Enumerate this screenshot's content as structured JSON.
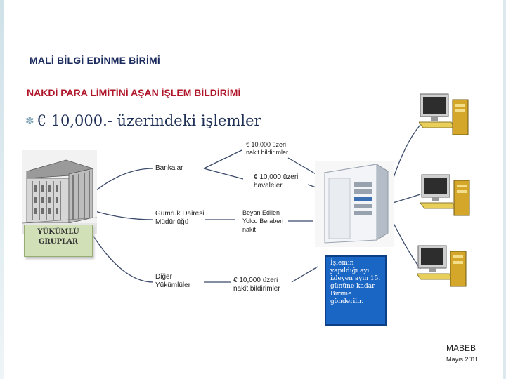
{
  "header": {
    "unit_title": "MALİ BİLGİ EDİNME BİRİMİ",
    "slide_title": "NAKDİ PARA LİMİTİNİ AŞAN İŞLEM BİLDİRİMİ",
    "bullet_text": "€ 10,000.- üzerindeki işlemler"
  },
  "diagram": {
    "group_label": "YÜKÜMLÜ GRUPLAR",
    "nodes": {
      "bankalar": "Bankalar",
      "gumruk": "Gümrük Dairesi Müdürlüğü",
      "diger": "Diğer Yükümlüler"
    },
    "edge_labels": {
      "bank_cash": "€ 10,000 üzeri nakit bildirimler",
      "bank_transfer": "€ 10,000 üzeri havaleler",
      "customs": "Beyan Edilen Yolcu Beraberi nakit",
      "other": "€ 10,000 üzeri nakit bildirimler"
    },
    "callout": "İşlemin yapıldığı ayı izleyen ayın 15. gününe kadar Birime gönderilir."
  },
  "footer": {
    "org": "MABEB",
    "date": "Mayıs 2011"
  },
  "icons": [
    "bullet-icon",
    "bank-building-icon",
    "server-icon",
    "computer-icon"
  ],
  "colors": {
    "title_dark": "#1c2b5e",
    "title_red": "#b0162a",
    "callout_blue": "#1a66c4",
    "group_green": "#d2e0b8"
  }
}
